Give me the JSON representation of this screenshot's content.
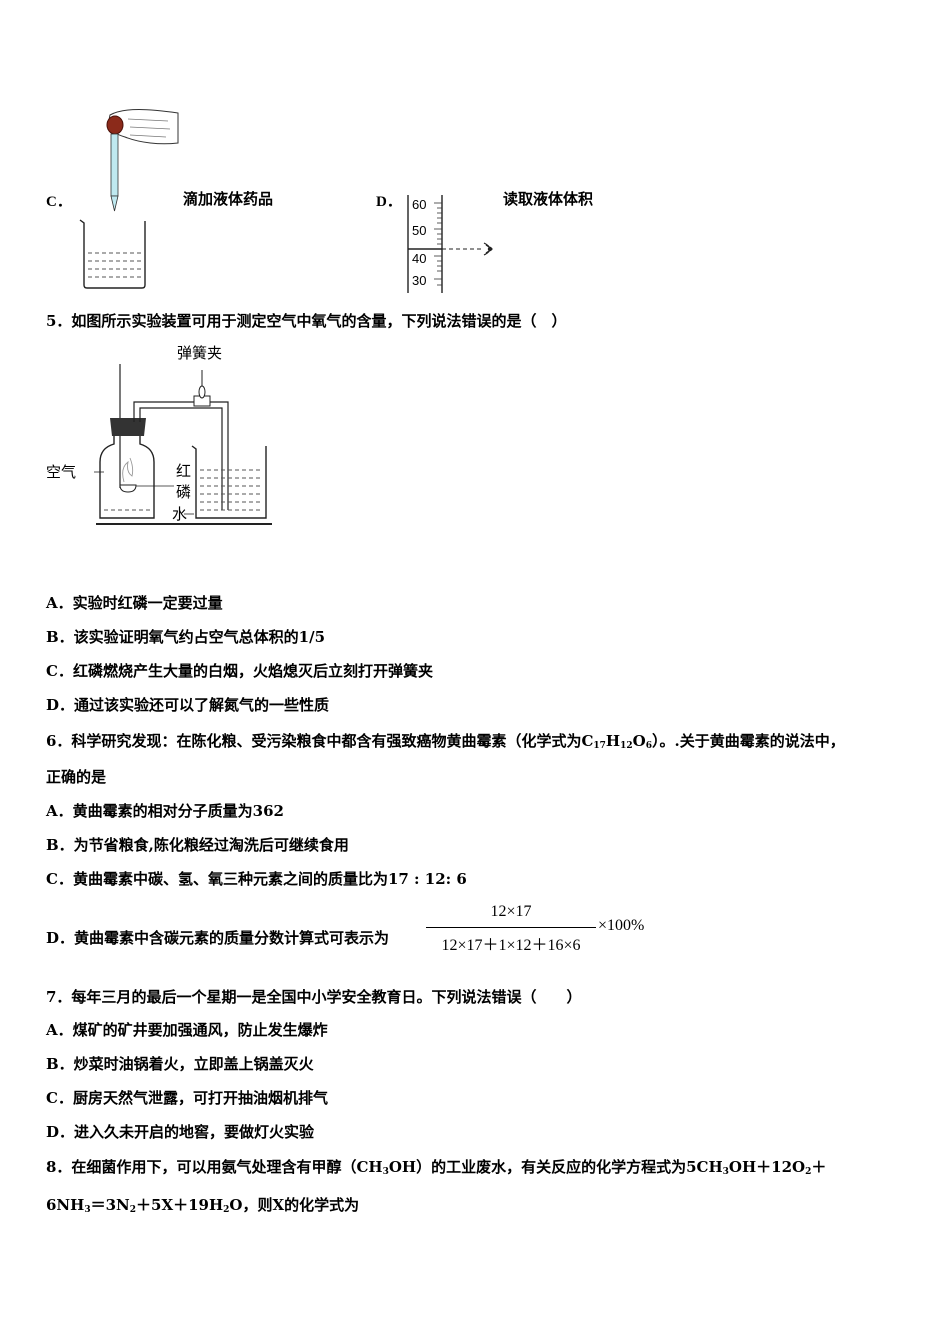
{
  "fig_c": {
    "letter": "C．",
    "caption": "滴加液体药品"
  },
  "fig_d": {
    "letter": "D．",
    "caption": "读取液体体积",
    "ticks": [
      "60",
      "50",
      "40",
      "30"
    ]
  },
  "q5": {
    "stem": "5．如图所示实验装置可用于测定空气中氧气的含量，下列说法错误的是（　）",
    "fig_labels": {
      "clamp": "弹簧夹",
      "air": "空气",
      "phos1": "红",
      "phos2": "磷",
      "water": "水"
    },
    "options": [
      "A．实验时红磷一定要过量",
      "B．该实验证明氧气约占空气总体积的1/5",
      "C．红磷燃烧产生大量的白烟，火焰熄灭后立刻打开弹簧夹",
      "D．通过该实验还可以了解氮气的一些性质"
    ]
  },
  "q6": {
    "stem_part1": "6．科学研究发现：在陈化粮、受污染粮食中都含有强致癌物黄曲霉素（化学式为C",
    "stem_sub1": "17",
    "stem_h": "H",
    "stem_sub2": "12",
    "stem_o": "O",
    "stem_sub3": "6",
    "stem_part2": "）。.关于黄曲霉素的说法中，",
    "stem_line2": "正确的是",
    "options": [
      "A．黄曲霉素的相对分子质量为362",
      "B．为节省粮食,陈化粮经过淘洗后可继续食用",
      "C．黄曲霉素中碳、氢、氧三种元素之间的质量比为17 : 12: 6"
    ],
    "option_d_text": "D．黄曲霉素中含碳元素的质量分数计算式可表示为",
    "frac_num": "12×17",
    "frac_den": "12×17＋1×12＋16×6",
    "frac_mul": "×100%"
  },
  "q7": {
    "stem": "7．每年三月的最后一个星期一是全国中小学安全教育日。下列说法错误（　　）",
    "options": [
      "A．煤矿的矿井要加强通风，防止发生爆炸",
      "B．炒菜时油锅着火，立即盖上锅盖灭火",
      "C．厨房天然气泄露，可打开抽油烟机排气",
      "D．进入久未开启的地窖，要做灯火实验"
    ]
  },
  "q8": {
    "line1_a": "8．在细菌作用下，可以用氨气处理含有甲醇（CH",
    "line1_s1": "3",
    "line1_b": "OH）的工业废水，有关反应的化学方程式为5CH",
    "line1_s2": "3",
    "line1_c": "OH＋12O",
    "line1_s3": "2",
    "line1_d": "＋",
    "line2_a": "6NH",
    "line2_s1": "3",
    "line2_b": "＝3N",
    "line2_s2": "2",
    "line2_c": "＋5X＋19H",
    "line2_s3": "2",
    "line2_d": "O，则X的化学式为"
  }
}
